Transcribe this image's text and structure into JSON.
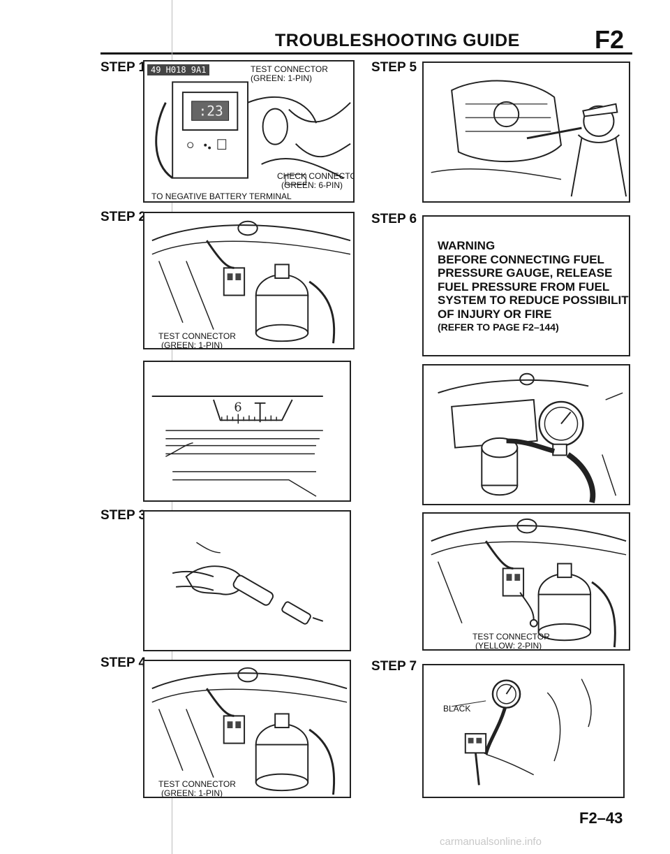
{
  "header": {
    "title": "TROUBLESHOOTING GUIDE",
    "section_code": "F2"
  },
  "steps": {
    "step1": "STEP 1",
    "step2": "STEP 2",
    "step3": "STEP 3",
    "step4": "STEP 4",
    "step5": "STEP 5",
    "step6": "STEP 6",
    "step7": "STEP 7"
  },
  "panels": {
    "step1": {
      "tag": "49 H018 9A1",
      "test_connector": "TEST CONNECTOR",
      "test_connector_spec": "(GREEN: 1-PIN)",
      "check_connector": "CHECK CONNECTOR",
      "check_connector_spec": "(GREEN: 6-PIN)",
      "battery": "TO NEGATIVE BATTERY TERMINAL"
    },
    "step2": {
      "label": "TEST CONNECTOR",
      "spec": "(GREEN: 1-PIN)"
    },
    "gauge_scale": {
      "number": "6"
    },
    "step4": {
      "label": "TEST CONNECTOR",
      "spec": "(GREEN: 1-PIN)"
    },
    "warning": {
      "lines": [
        "WARNING",
        "BEFORE CONNECTING FUEL",
        "PRESSURE GAUGE, RELEASE",
        "FUEL PRESSURE FROM FUEL",
        "SYSTEM TO REDUCE POSSIBILITY",
        "OF INJURY OR FIRE"
      ],
      "reference": "(REFER TO PAGE F2–144)"
    },
    "yellow_connector": {
      "label": "TEST CONNECTOR",
      "spec": "(YELLOW: 2-PIN)"
    },
    "step7": {
      "label": "BLACK"
    }
  },
  "footer": {
    "page_code": "F2–43",
    "watermark": "carmanualsonline.info"
  }
}
